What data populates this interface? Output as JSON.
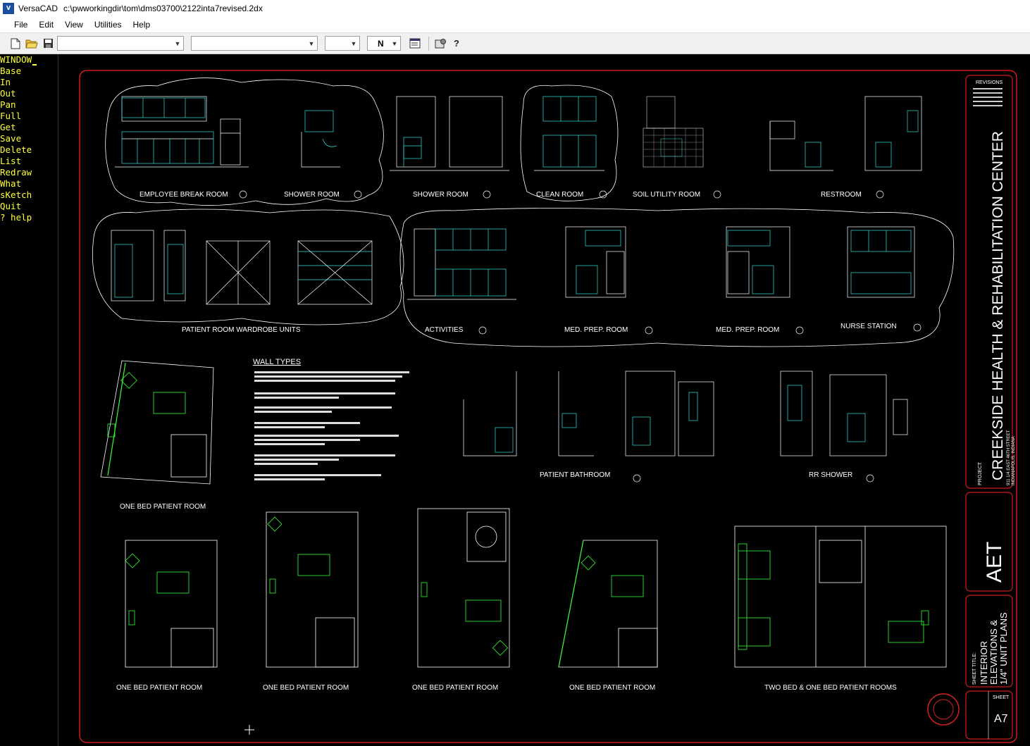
{
  "window": {
    "app_name": "VersaCAD",
    "file_path": "c:\\pwworkingdir\\tom\\dms03700\\2122inta7revised.2dx",
    "icon_label": "V"
  },
  "menu": {
    "items": [
      "File",
      "Edit",
      "View",
      "Utilities",
      "Help"
    ]
  },
  "toolbar": {
    "combo1": "",
    "combo2": "",
    "combo3": "",
    "combo4": "N"
  },
  "commands": {
    "active": "WINDOW",
    "items": [
      "Base",
      "In",
      "Out",
      "Pan",
      "Full",
      "Get",
      "Save",
      "Delete",
      "List",
      "Redraw",
      "What",
      "sKetch",
      "Quit",
      "? help"
    ]
  },
  "drawing": {
    "project_label": "PROJECT:",
    "project_title": "CREEKSIDE HEALTH & REHABILITATION CENTER",
    "project_address1": "911 1/4 EAST 46TH STREET",
    "project_address2": "INDIANAPOLIS, INDIANA",
    "revisions_label": "REVISIONS",
    "sheet_title_label": "SHEET TITLE:",
    "sheet_title1": "INTERIOR",
    "sheet_title2": "ELEVATIONS &",
    "sheet_title3": "1/4\" UNIT PLANS",
    "sheet_label": "SHEET",
    "sheet_number": "A7",
    "firm": "AET",
    "wall_types_title": "WALL TYPES",
    "labels": {
      "employee_break_room": "EMPLOYEE BREAK ROOM",
      "shower_room_1": "SHOWER ROOM",
      "shower_room_2": "SHOWER ROOM",
      "clean_room": "CLEAN ROOM",
      "soil_utility_room": "SOIL UTILITY ROOM",
      "restroom": "RESTROOM",
      "wardrobe_units": "PATIENT ROOM WARDROBE UNITS",
      "activities": "ACTIVITIES",
      "med_prep_1": "MED. PREP. ROOM",
      "med_prep_2": "MED. PREP. ROOM",
      "nurse_station": "NURSE STATION",
      "patient_bathroom": "PATIENT BATHROOM",
      "rr_shower": "RR SHOWER",
      "one_bed_1": "ONE BED PATIENT ROOM",
      "one_bed_2": "ONE BED PATIENT ROOM",
      "one_bed_3": "ONE BED PATIENT ROOM",
      "one_bed_4": "ONE BED PATIENT ROOM",
      "one_bed_5": "ONE BED PATIENT ROOM",
      "two_bed": "TWO BED & ONE BED PATIENT ROOMS"
    }
  },
  "colors": {
    "border": "#ff2020",
    "line_white": "#ffffff",
    "line_cyan": "#33e0e0",
    "line_green": "#33ff33",
    "line_yellow": "#e8e040",
    "command_text": "#ffff33"
  }
}
